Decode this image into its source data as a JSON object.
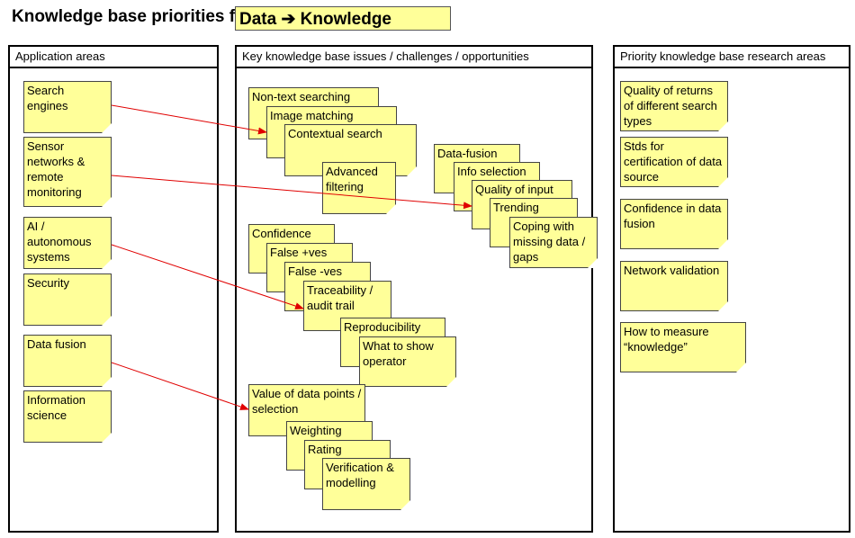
{
  "title": {
    "prefix": "Knowledge base priorities for",
    "highlight": "Data ➔ Knowledge"
  },
  "columns": {
    "application": {
      "header": "Application areas",
      "notes": [
        "Search engines",
        "Sensor networks & remote monitoring",
        "AI / autonomous systems",
        "Security",
        "Data fusion",
        "Information science"
      ]
    },
    "issues": {
      "header": "Key knowledge base issues / challenges / opportunities",
      "group1": [
        "Non-text searching",
        "Image matching",
        "Contextual search",
        "Advanced filtering"
      ],
      "group2": [
        "Data-fusion",
        "Info selection",
        "Quality of input",
        "Trending",
        "Coping with missing data / gaps"
      ],
      "group3": [
        "Confidence",
        "False +ves",
        "False -ves",
        "Traceability / audit trail",
        "Reproducibility",
        "What to show operator"
      ],
      "group4": [
        "Value of data points / selection",
        "Weighting",
        "Rating",
        "Verification & modelling"
      ]
    },
    "research": {
      "header": "Priority knowledge base research areas",
      "notes": [
        "Quality of returns of different search types",
        "Stds for certification of data source",
        "Confidence in data fusion",
        "Network validation",
        "How to measure “knowledge”"
      ]
    }
  },
  "colors": {
    "note": "#ffff99",
    "arrow": "#e00000"
  }
}
